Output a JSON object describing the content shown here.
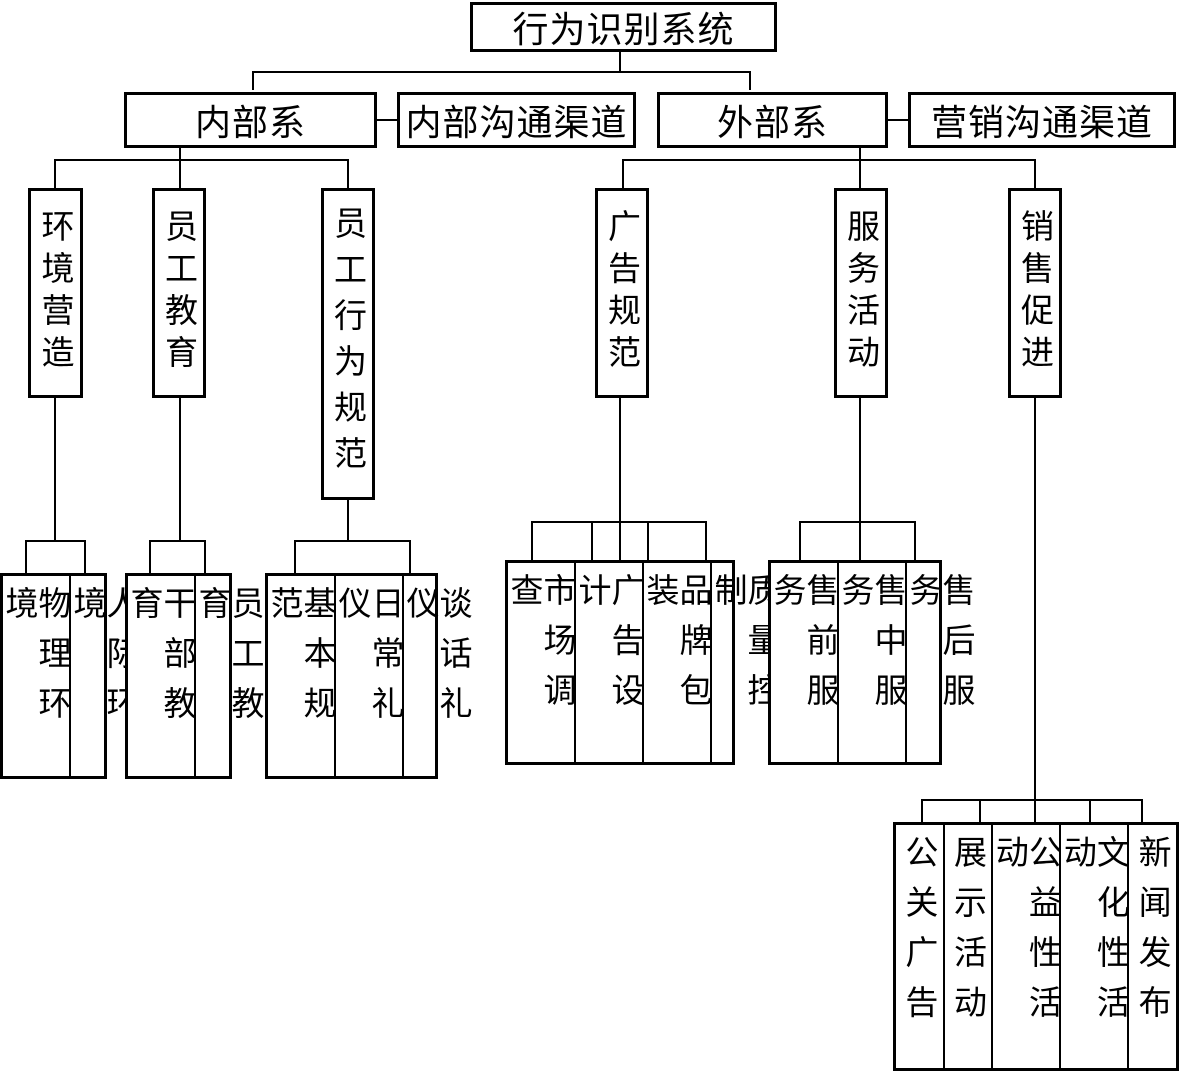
{
  "root": "行为识别系统",
  "internal": {
    "label": "内部系",
    "channel": "内部沟通渠道",
    "children": [
      {
        "label": "环境营造",
        "items": [
          "物理环境",
          "人际环境"
        ]
      },
      {
        "label": "员工教育",
        "items": [
          "干部教育",
          "员工教育"
        ]
      },
      {
        "label": "员工行为规范",
        "items": [
          "基本规范",
          "日常礼仪",
          "谈话礼仪"
        ]
      }
    ]
  },
  "external": {
    "label": "外部系",
    "channel": "营销沟通渠道",
    "children": [
      {
        "label": "广告规范",
        "items": [
          "市场调查",
          "广告设计",
          "品牌包装",
          "质量控制"
        ]
      },
      {
        "label": "服务活动",
        "items": [
          "售前服务",
          "售中服务",
          "售后服务"
        ]
      },
      {
        "label": "销售促进",
        "items": [
          "公关广告",
          "展示活动",
          "公益性活动",
          "文化性活动",
          "新闻发布"
        ]
      }
    ]
  }
}
